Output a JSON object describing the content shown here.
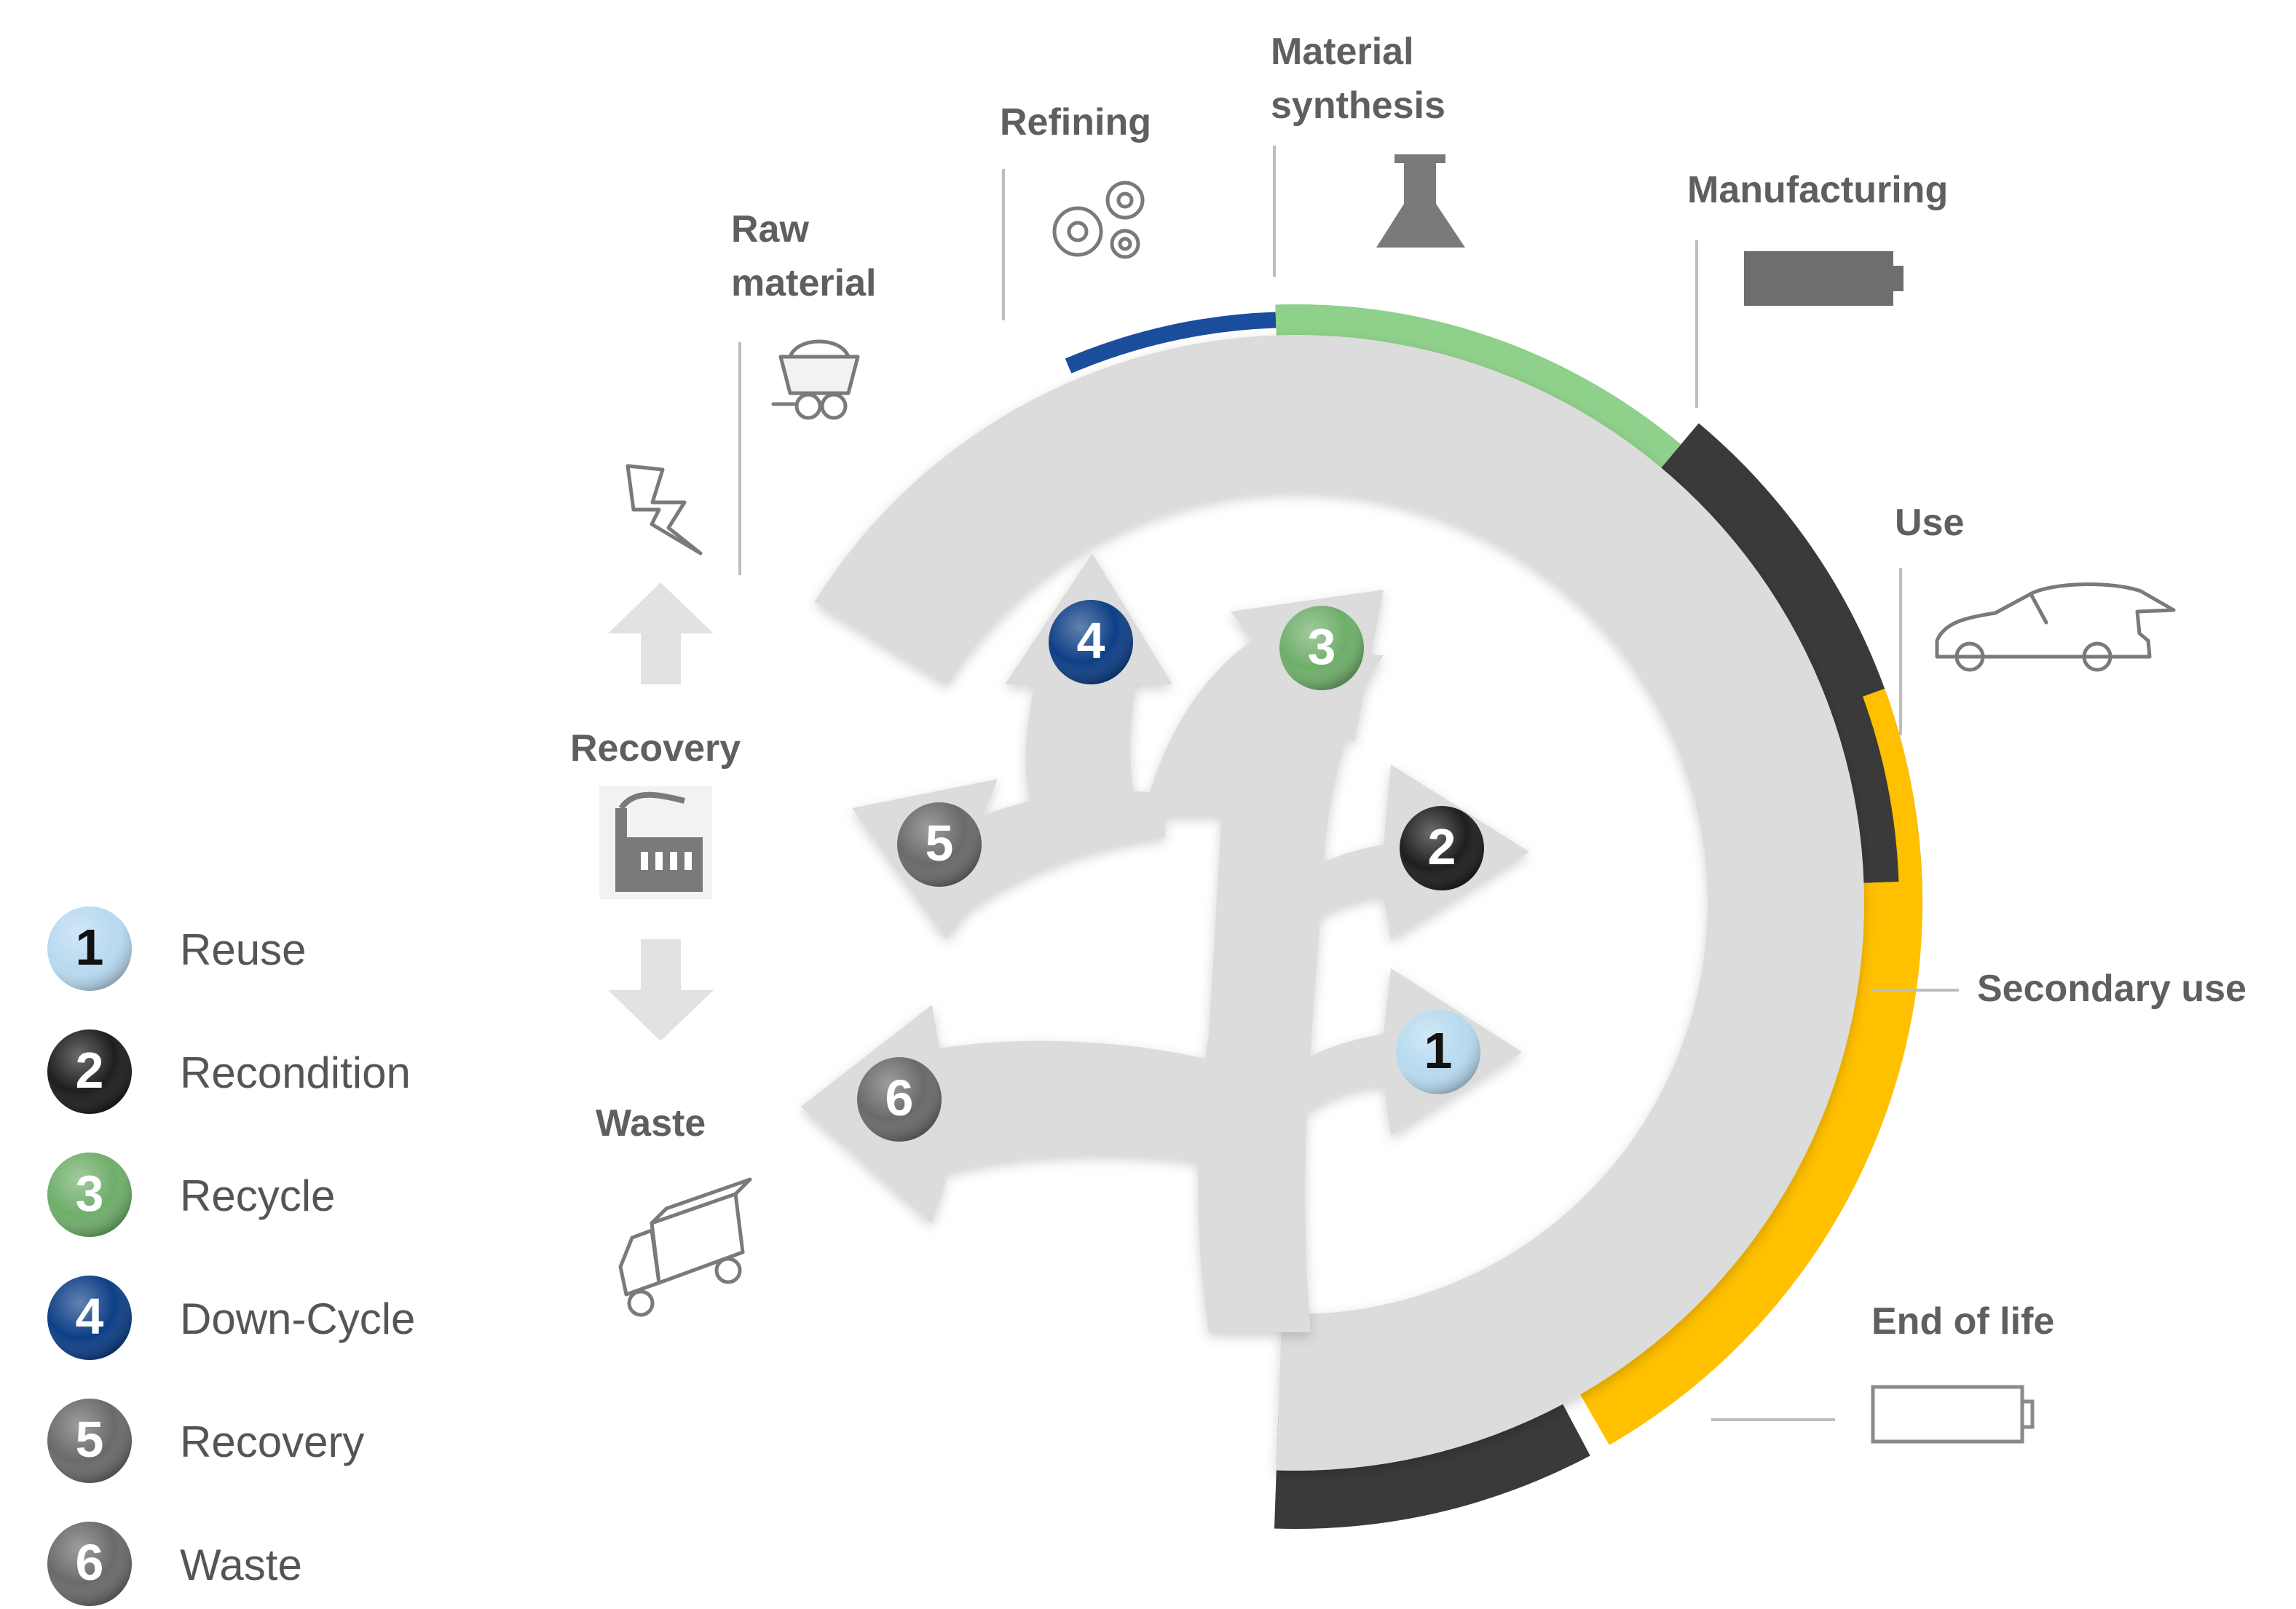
{
  "stages": {
    "raw_material": [
      "Raw",
      "material"
    ],
    "refining": "Refining",
    "material_synthesis": [
      "Material",
      "synthesis"
    ],
    "manufacturing": "Manufacturing",
    "use": "Use",
    "secondary_use": "Secondary use",
    "end_of_life": "End of life",
    "recovery": "Recovery",
    "waste": "Waste"
  },
  "colors": {
    "ring_gray": "#dcdcdc",
    "dark": "#3a3a3a",
    "blue": "#1a4d9c",
    "green": "#8fd08a",
    "yellow": "#ffc000",
    "light_blue": "#b8daf0",
    "icon_gray": "#7a7a7a"
  },
  "icons": {
    "raw_material": "mine-cart-icon",
    "refining": "gears-icon",
    "material_synthesis": "flask-icon",
    "manufacturing": "battery-full-icon",
    "use": "car-icon",
    "end_of_life": "battery-empty-icon",
    "energy": "lightning-icon",
    "recovery": "factory-icon",
    "waste": "truck-icon"
  },
  "branches": [
    {
      "num": "1",
      "color": "#b8daf0",
      "text_color": "#111111"
    },
    {
      "num": "2",
      "color": "#1e1e1e",
      "text_color": "#ffffff"
    },
    {
      "num": "3",
      "color": "#6fae6a",
      "text_color": "#ffffff"
    },
    {
      "num": "4",
      "color": "#0e3f86",
      "text_color": "#ffffff"
    },
    {
      "num": "5",
      "color": "#6a6a6a",
      "text_color": "#ffffff"
    },
    {
      "num": "6",
      "color": "#6a6a6a",
      "text_color": "#ffffff"
    }
  ],
  "legend": [
    {
      "num": "1",
      "label": "Reuse",
      "color": "#b8daf0",
      "text_color": "#111111"
    },
    {
      "num": "2",
      "label": "Recondition",
      "color": "#1e1e1e",
      "text_color": "#ffffff"
    },
    {
      "num": "3",
      "label": "Recycle",
      "color": "#6fae6a",
      "text_color": "#ffffff"
    },
    {
      "num": "4",
      "label": "Down-Cycle",
      "color": "#0e3f86",
      "text_color": "#ffffff"
    },
    {
      "num": "5",
      "label": "Recovery",
      "color": "#6a6a6a",
      "text_color": "#ffffff"
    },
    {
      "num": "6",
      "label": "Waste",
      "color": "#6a6a6a",
      "text_color": "#ffffff"
    }
  ]
}
